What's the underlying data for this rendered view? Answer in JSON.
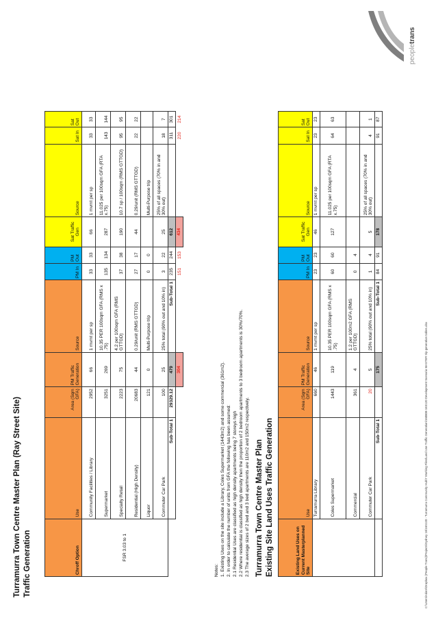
{
  "header": {
    "title": "Turramurra Town Centre Master Plan (Ray Street Site)",
    "subtitle": "Traffic Generation",
    "logo_text": {
      "people": "people",
      "trans": "trans"
    }
  },
  "table1": {
    "headers": [
      "Chroff Option",
      "Use",
      "Area (Sqm GFA)",
      "PM Traffic Generation",
      "Source",
      "PM In",
      "PM Out",
      "Sat Traffic Gen",
      "Source",
      "Sat In",
      "Sat Out"
    ],
    "option": "FSR 3.03 to 1",
    "rows": [
      [
        "Community Facilities / Library",
        "2952",
        "66",
        "1 mvmt per sp",
        "33",
        "33",
        "66",
        "1 mvmt per sp",
        "33",
        "33"
      ],
      [
        "Supermarket",
        "3251",
        "269",
        "10.35 PER 100sqm GFA (RMS x .75)",
        "135",
        "134",
        "287",
        "11.025 per 100sqm GFA (RTA x.75)",
        "143",
        "144"
      ],
      [
        "Specialty Retail",
        "2223",
        "75",
        "4.2 per 100sqm GFA (RMS GTTGD)",
        "37",
        "38",
        "190",
        "10.7 sp / 100sqm (RMS GTTGD)",
        "95",
        "95"
      ],
      [
        "Residential (High Density)",
        "20683",
        "44",
        "0.29/unit (RMS GTTGD)",
        "27",
        "17",
        "44",
        "0.29/unit (RMS GTTGD)",
        "22",
        "22"
      ],
      [
        "Liquor",
        "121",
        "0",
        "Multi-Purpose trip",
        "0",
        "0",
        "",
        "Multi-Purpose trip",
        "",
        ""
      ],
      [
        "Commuter Car Park",
        "100",
        "25",
        "25% total (90% out and 10% in)",
        "3",
        "22",
        "25",
        "25% of all spaces (70% in and 30% out)",
        "18",
        "7"
      ]
    ],
    "subtotal": {
      "label": "Sub-Total 1",
      "area": "29329.12",
      "pm_gen": "479",
      "label2": "Sub-Total 1",
      "pm_in": "235",
      "pm_out": "244",
      "sat_gen": "612",
      "sat_in": "311",
      "sat_out": "301"
    },
    "net": {
      "pm_gen": "304",
      "pm_in": "151",
      "pm_out": "153",
      "sat_gen": "434",
      "sat_in": "220",
      "sat_out": "214"
    }
  },
  "notes": {
    "label": "Notes:",
    "lines": [
      "1. Existing Uses on the site include a Library, Coles Supermarket (1443m2) and some commercial (361m2).",
      "2. In order to calculate the number of units from GFA the following has been assumed:",
      "2.1 Residential Uses are classified as high density apartments being 7 storeys high",
      "2.2 Where residential is classified as high density then the proportion of 2 bedroom apartments to 3 bedroom apartments is 30%/70%.",
      "2.3 The average sizes of 2 bed and 3 bed apartments are 110m2 and 150m2 respectively."
    ]
  },
  "section2": {
    "title": "Turramurra Town Centre Master Plan",
    "subtitle": "Existing Site Land Uses Traffic Generation"
  },
  "table2": {
    "headers": [
      "Existing Land Uses on Current Masterplanned Site",
      "Use",
      "Area (Sqm GFA)",
      "PM Traffic Generation",
      "Source",
      "PM In",
      "PM Out",
      "Sat Traffic Gen",
      "Source",
      "Sat In",
      "Sat Out"
    ],
    "rows": [
      [
        "Turramurra Library",
        "660",
        "46",
        "1 mvmt per sp",
        "23",
        "23",
        "46",
        "1 mvmt per sp",
        "23",
        "23"
      ],
      [
        "Coles Supermarket",
        "1443",
        "119",
        "10.35 PER 100sqm GFA (RMS x .75)",
        "60",
        "60",
        "127",
        "11.025 per 100sqm GFA (RTA x.75)",
        "64",
        "63"
      ],
      [
        "Commercial",
        "361",
        "4",
        "1.2 per 100m2 GFA (RMS GTTGD)",
        "0",
        "4",
        "",
        "",
        "",
        ""
      ],
      [
        "Commuter Car Park",
        "20",
        "5",
        "25% total (90% out and 10% in)",
        "1",
        "4",
        "5",
        "25% of all spaces (70% in and 30% out)",
        "4",
        "1"
      ]
    ],
    "subtotal": {
      "label": "Sub-Total 1",
      "pm_gen": "175",
      "label2": "Sub-Total 1",
      "pm_in": "84",
      "pm_out": "91",
      "sat_gen": "178",
      "sat_in": "91",
      "sat_out": "87"
    }
  },
  "footer": {
    "path": "C:\\Users\\Adam\\Dropbox (People Trans)\\Projects\\Sydney 16\\16S120 - Turramurra Community Hub\\7 Working Files\\Land Use Traffic Generation\\160808-16S120 Development Scenario MASTER trip generation tables.xlsx"
  },
  "colors": {
    "yellow": "#ffff00",
    "orange": "#f79646",
    "blue": "#00b0f0",
    "red": "#e2231a",
    "pink": "#f2a39d",
    "grey": "#bfbfbf"
  }
}
